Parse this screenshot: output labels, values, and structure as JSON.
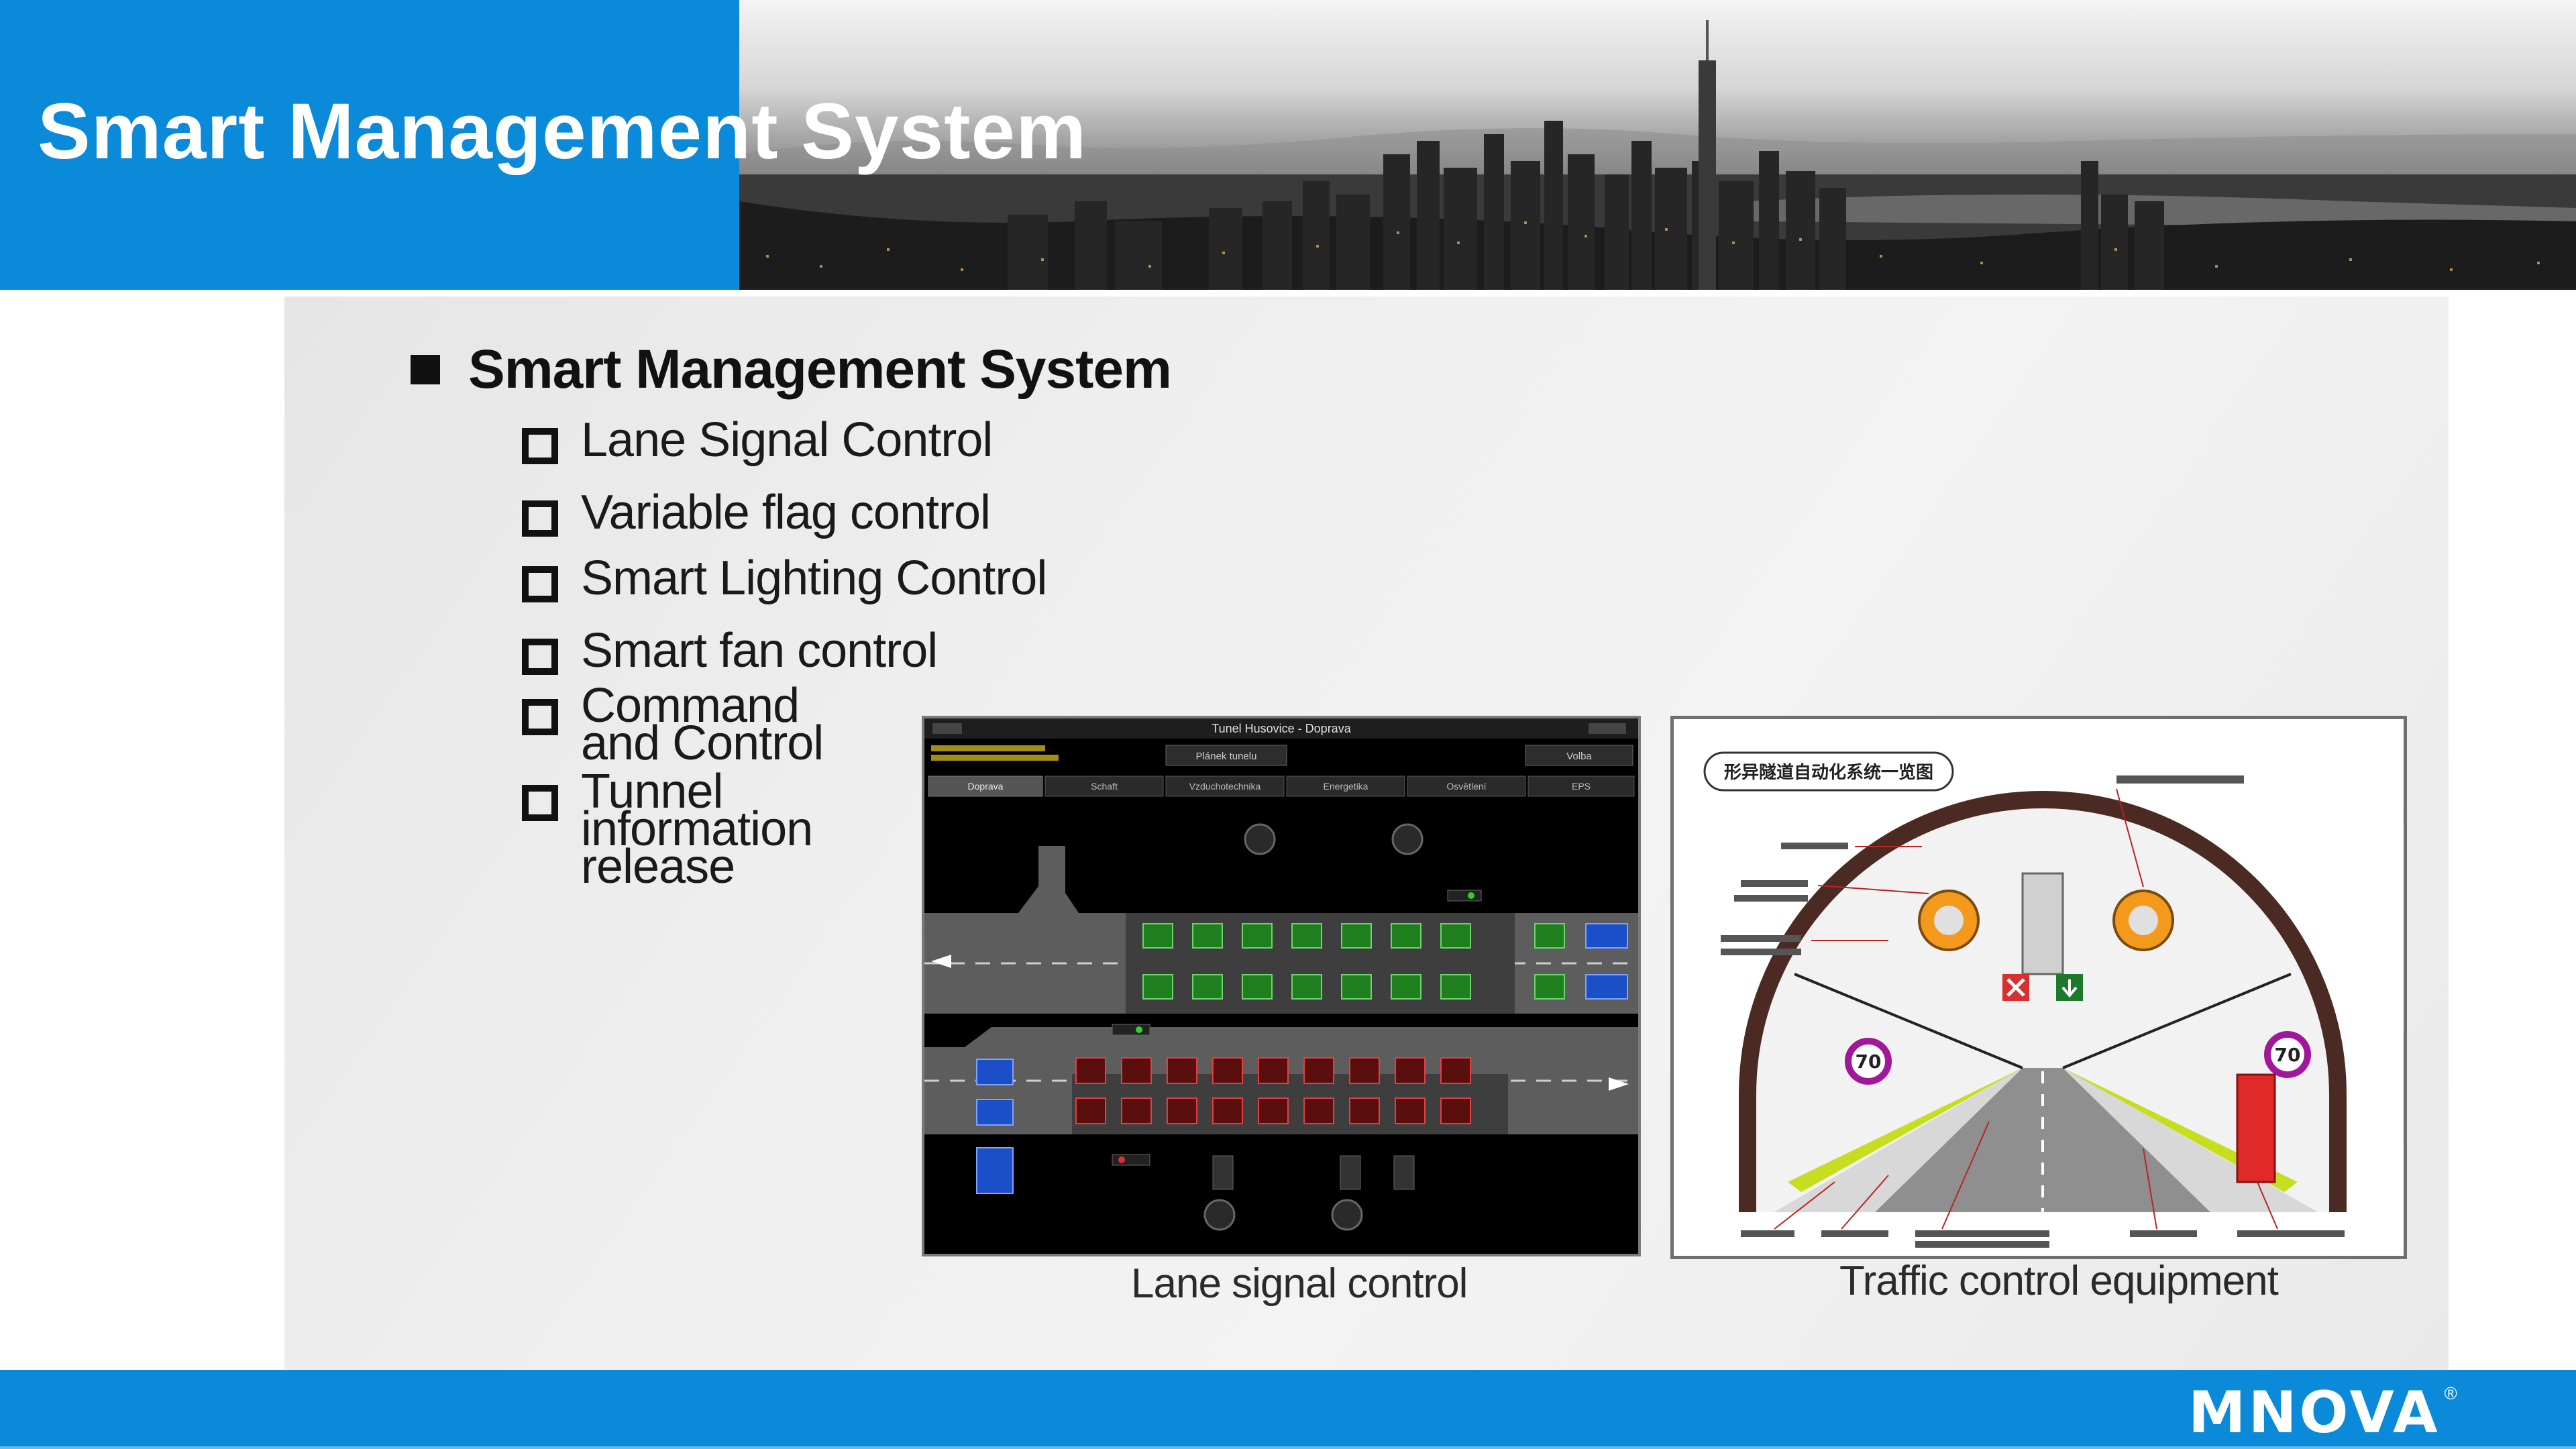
{
  "header": {
    "title": "Smart Management System"
  },
  "content": {
    "heading": "Smart Management System",
    "items": [
      {
        "label": "Lane Signal Control"
      },
      {
        "label": "Variable flag control"
      },
      {
        "label": "Smart Lighting Control"
      },
      {
        "label": "Smart fan control"
      },
      {
        "label": "Command and Control"
      },
      {
        "label": "Tunnel information release"
      }
    ],
    "captions": {
      "lane": "Lane signal control",
      "traffic": "Traffic control equipment"
    }
  },
  "lane_screen": {
    "window_title": "Tunel Husovice - Doprava",
    "tabs": [
      "Doprava",
      "Schaft",
      "Vzduchotechnika",
      "Energetika",
      "Osvětlení",
      "EPS"
    ],
    "buttons": [
      "Plánek tunelu",
      "Volba"
    ]
  },
  "traffic_screen": {
    "title": "形异隧道自动化系统一览图",
    "speed_limit": "70"
  },
  "footer": {
    "logo": "MNOVA",
    "registered": "®"
  },
  "colors": {
    "brand_blue": "#0a8ad8",
    "signal_green": "#1fb81f",
    "signal_red": "#c81d1d",
    "signal_blue": "#1b4fc8"
  }
}
